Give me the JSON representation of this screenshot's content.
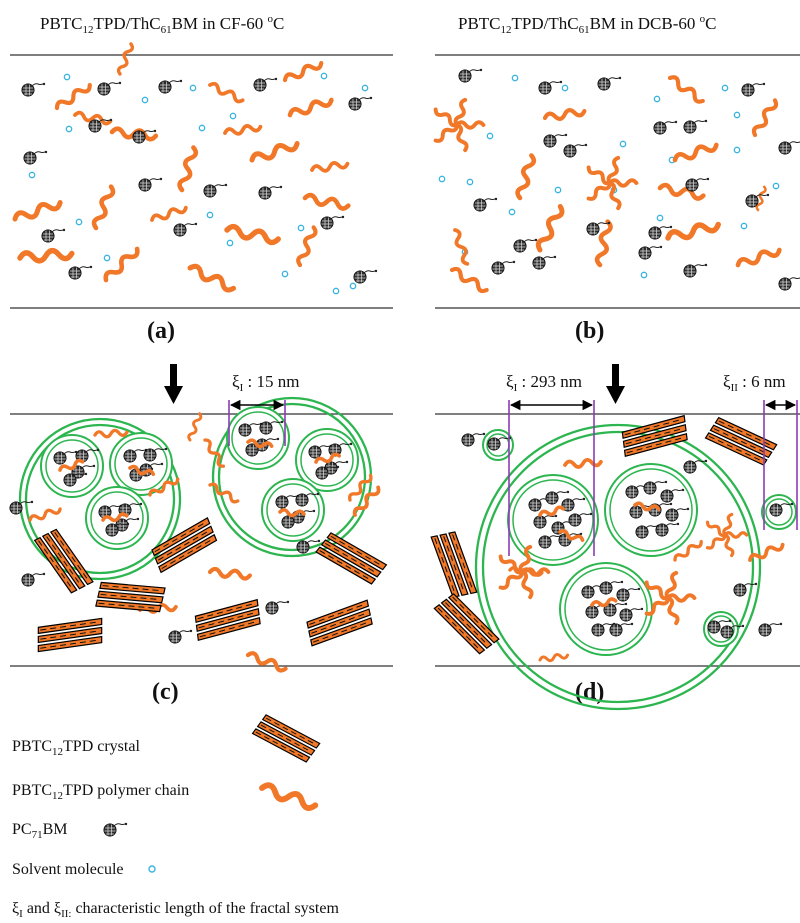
{
  "titles": {
    "left": {
      "a": "PBTC",
      "s1": "12",
      "b": "TPD/ThC",
      "s2": "61",
      "c": "BM in CF-60 ",
      "sup": "o",
      "d": "C"
    },
    "right": {
      "a": "PBTC",
      "s1": "12",
      "b": "TPD/ThC",
      "s2": "61",
      "c": "BM in DCB-60 ",
      "sup": "o",
      "d": "C"
    }
  },
  "panels": {
    "a": "(a)",
    "b": "(b)",
    "c": "(c)",
    "d": "(d)"
  },
  "dimensions": {
    "c": {
      "sym": "ξ",
      "sub": "I",
      "val": " : 15 nm"
    },
    "d1": {
      "sym": "ξ",
      "sub": "I",
      "val": " : 293 nm"
    },
    "d2": {
      "sym": "ξ",
      "sub": "II",
      "val": " : 6 nm"
    }
  },
  "legend": {
    "crystal": {
      "a": "PBTC",
      "s": "12",
      "b": "TPD crystal"
    },
    "chain": {
      "a": "PBTC",
      "s": "12",
      "b": "TPD polymer chain"
    },
    "pcbm": {
      "a": "PC",
      "s": "71",
      "b": "BM"
    },
    "solvent": "Solvent molecule",
    "note": {
      "x1": "ξ",
      "s1": "I",
      "mid": " and ",
      "x2": "ξ",
      "s2": "II:",
      "rest": " characteristic length of the fractal system"
    }
  },
  "colors": {
    "chain": "#F07828",
    "shell": "#2DB550",
    "solvent": "#3AB4E0",
    "marker": "#8C3CB4",
    "ball": "#333333"
  },
  "icons": [
    "pcbm-ball-icon",
    "polymer-chain-icon",
    "crystal-stack-icon",
    "solvent-dot-icon",
    "down-arrow-icon",
    "double-arrow-icon"
  ]
}
